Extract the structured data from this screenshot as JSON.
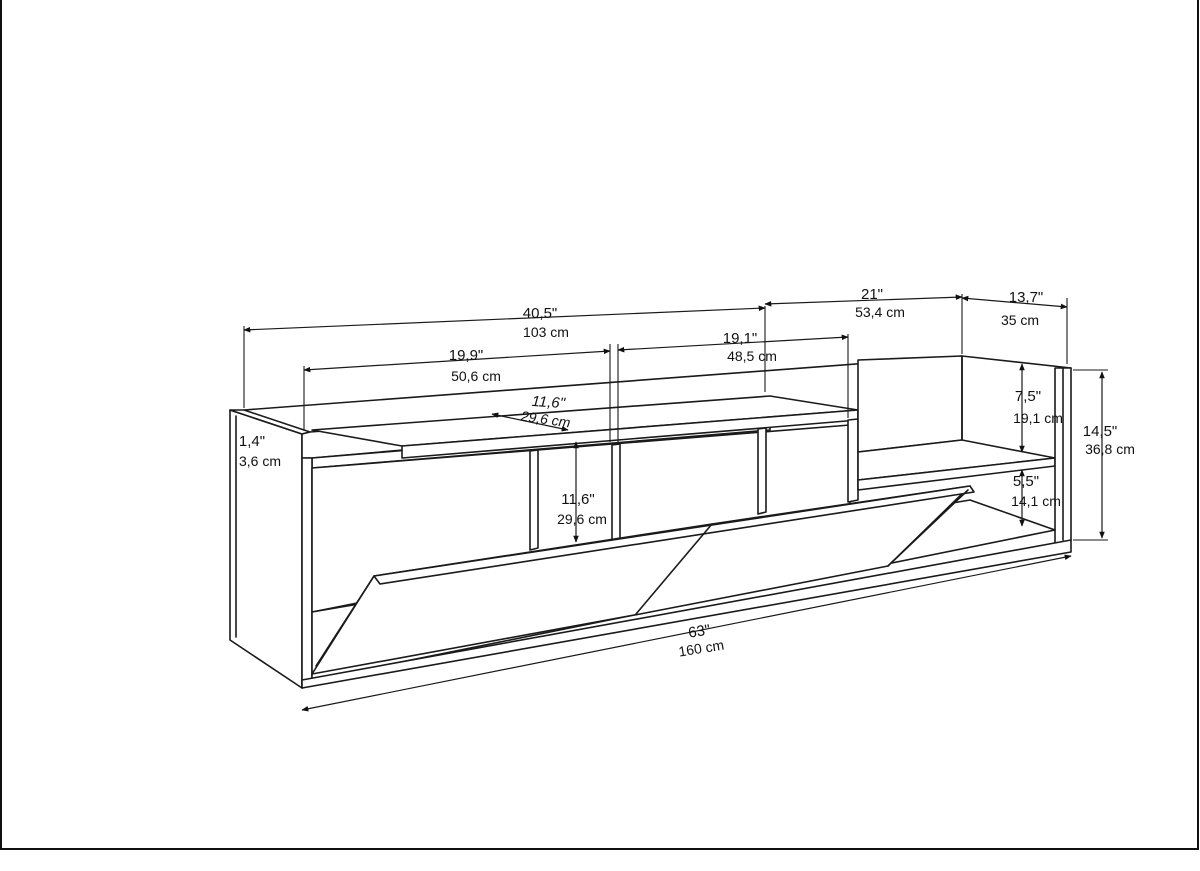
{
  "dimensions": {
    "overall_width": {
      "inches": "63\"",
      "cm": "160 cm"
    },
    "left_section_top": {
      "inches": "40,5\"",
      "cm": "103 cm"
    },
    "middle_top_span": {
      "inches": "21\"",
      "cm": "53,4 cm"
    },
    "depth": {
      "inches": "13,7\"",
      "cm": "35 cm"
    },
    "left_compartment": {
      "inches": "19,9\"",
      "cm": "50,6 cm"
    },
    "center_compartment": {
      "inches": "19,1\"",
      "cm": "48,5 cm"
    },
    "raised_top_depth": {
      "inches": "11,6\"",
      "cm": "29,6 cm"
    },
    "compartment_height": {
      "inches": "11,6\"",
      "cm": "29,6 cm"
    },
    "side_thickness": {
      "inches": "1,4\"",
      "cm": "3,6 cm"
    },
    "upper_shelf_height": {
      "inches": "7,5\"",
      "cm": "19,1 cm"
    },
    "lower_shelf_height": {
      "inches": "5,5\"",
      "cm": "14,1 cm"
    },
    "overall_height": {
      "inches": "14,5\"",
      "cm": "36,8 cm"
    }
  }
}
